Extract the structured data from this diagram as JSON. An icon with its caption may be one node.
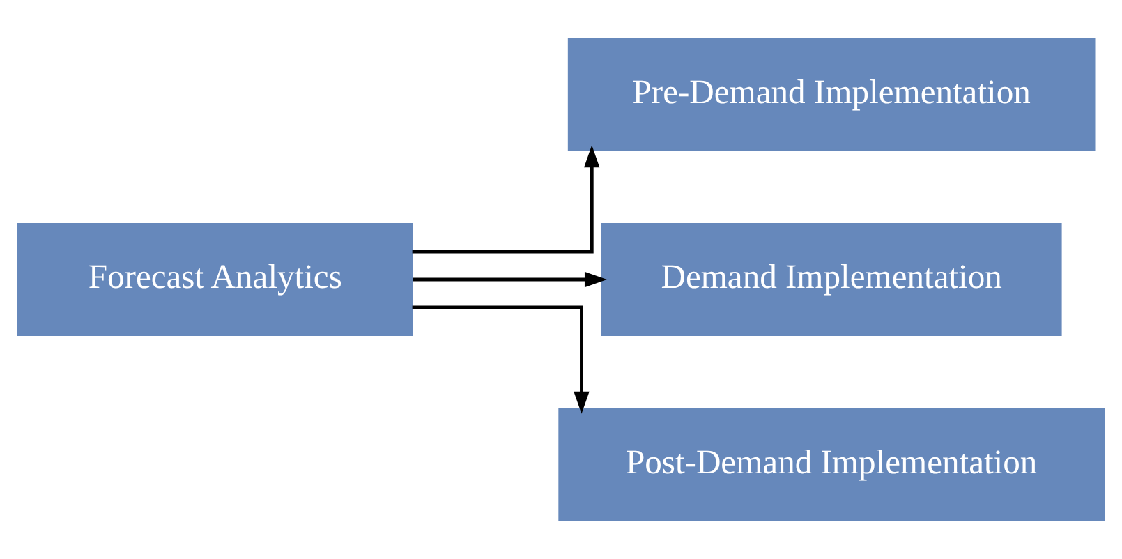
{
  "diagram": {
    "nodes": [
      {
        "text": [
          "Forecast Analytics"
        ]
      },
      {
        "text": [
          "Pre-Demand Implementation"
        ]
      },
      {
        "text": [
          "Demand Implementation"
        ]
      },
      {
        "text": [
          "Post-Demand Implementation"
        ]
      }
    ],
    "edges": [
      {
        "from": 0,
        "to": 1,
        "arrow": "to"
      },
      {
        "from": 0,
        "to": 2,
        "arrow": "to"
      },
      {
        "from": 0,
        "to": 3,
        "arrow": "to"
      }
    ]
  }
}
